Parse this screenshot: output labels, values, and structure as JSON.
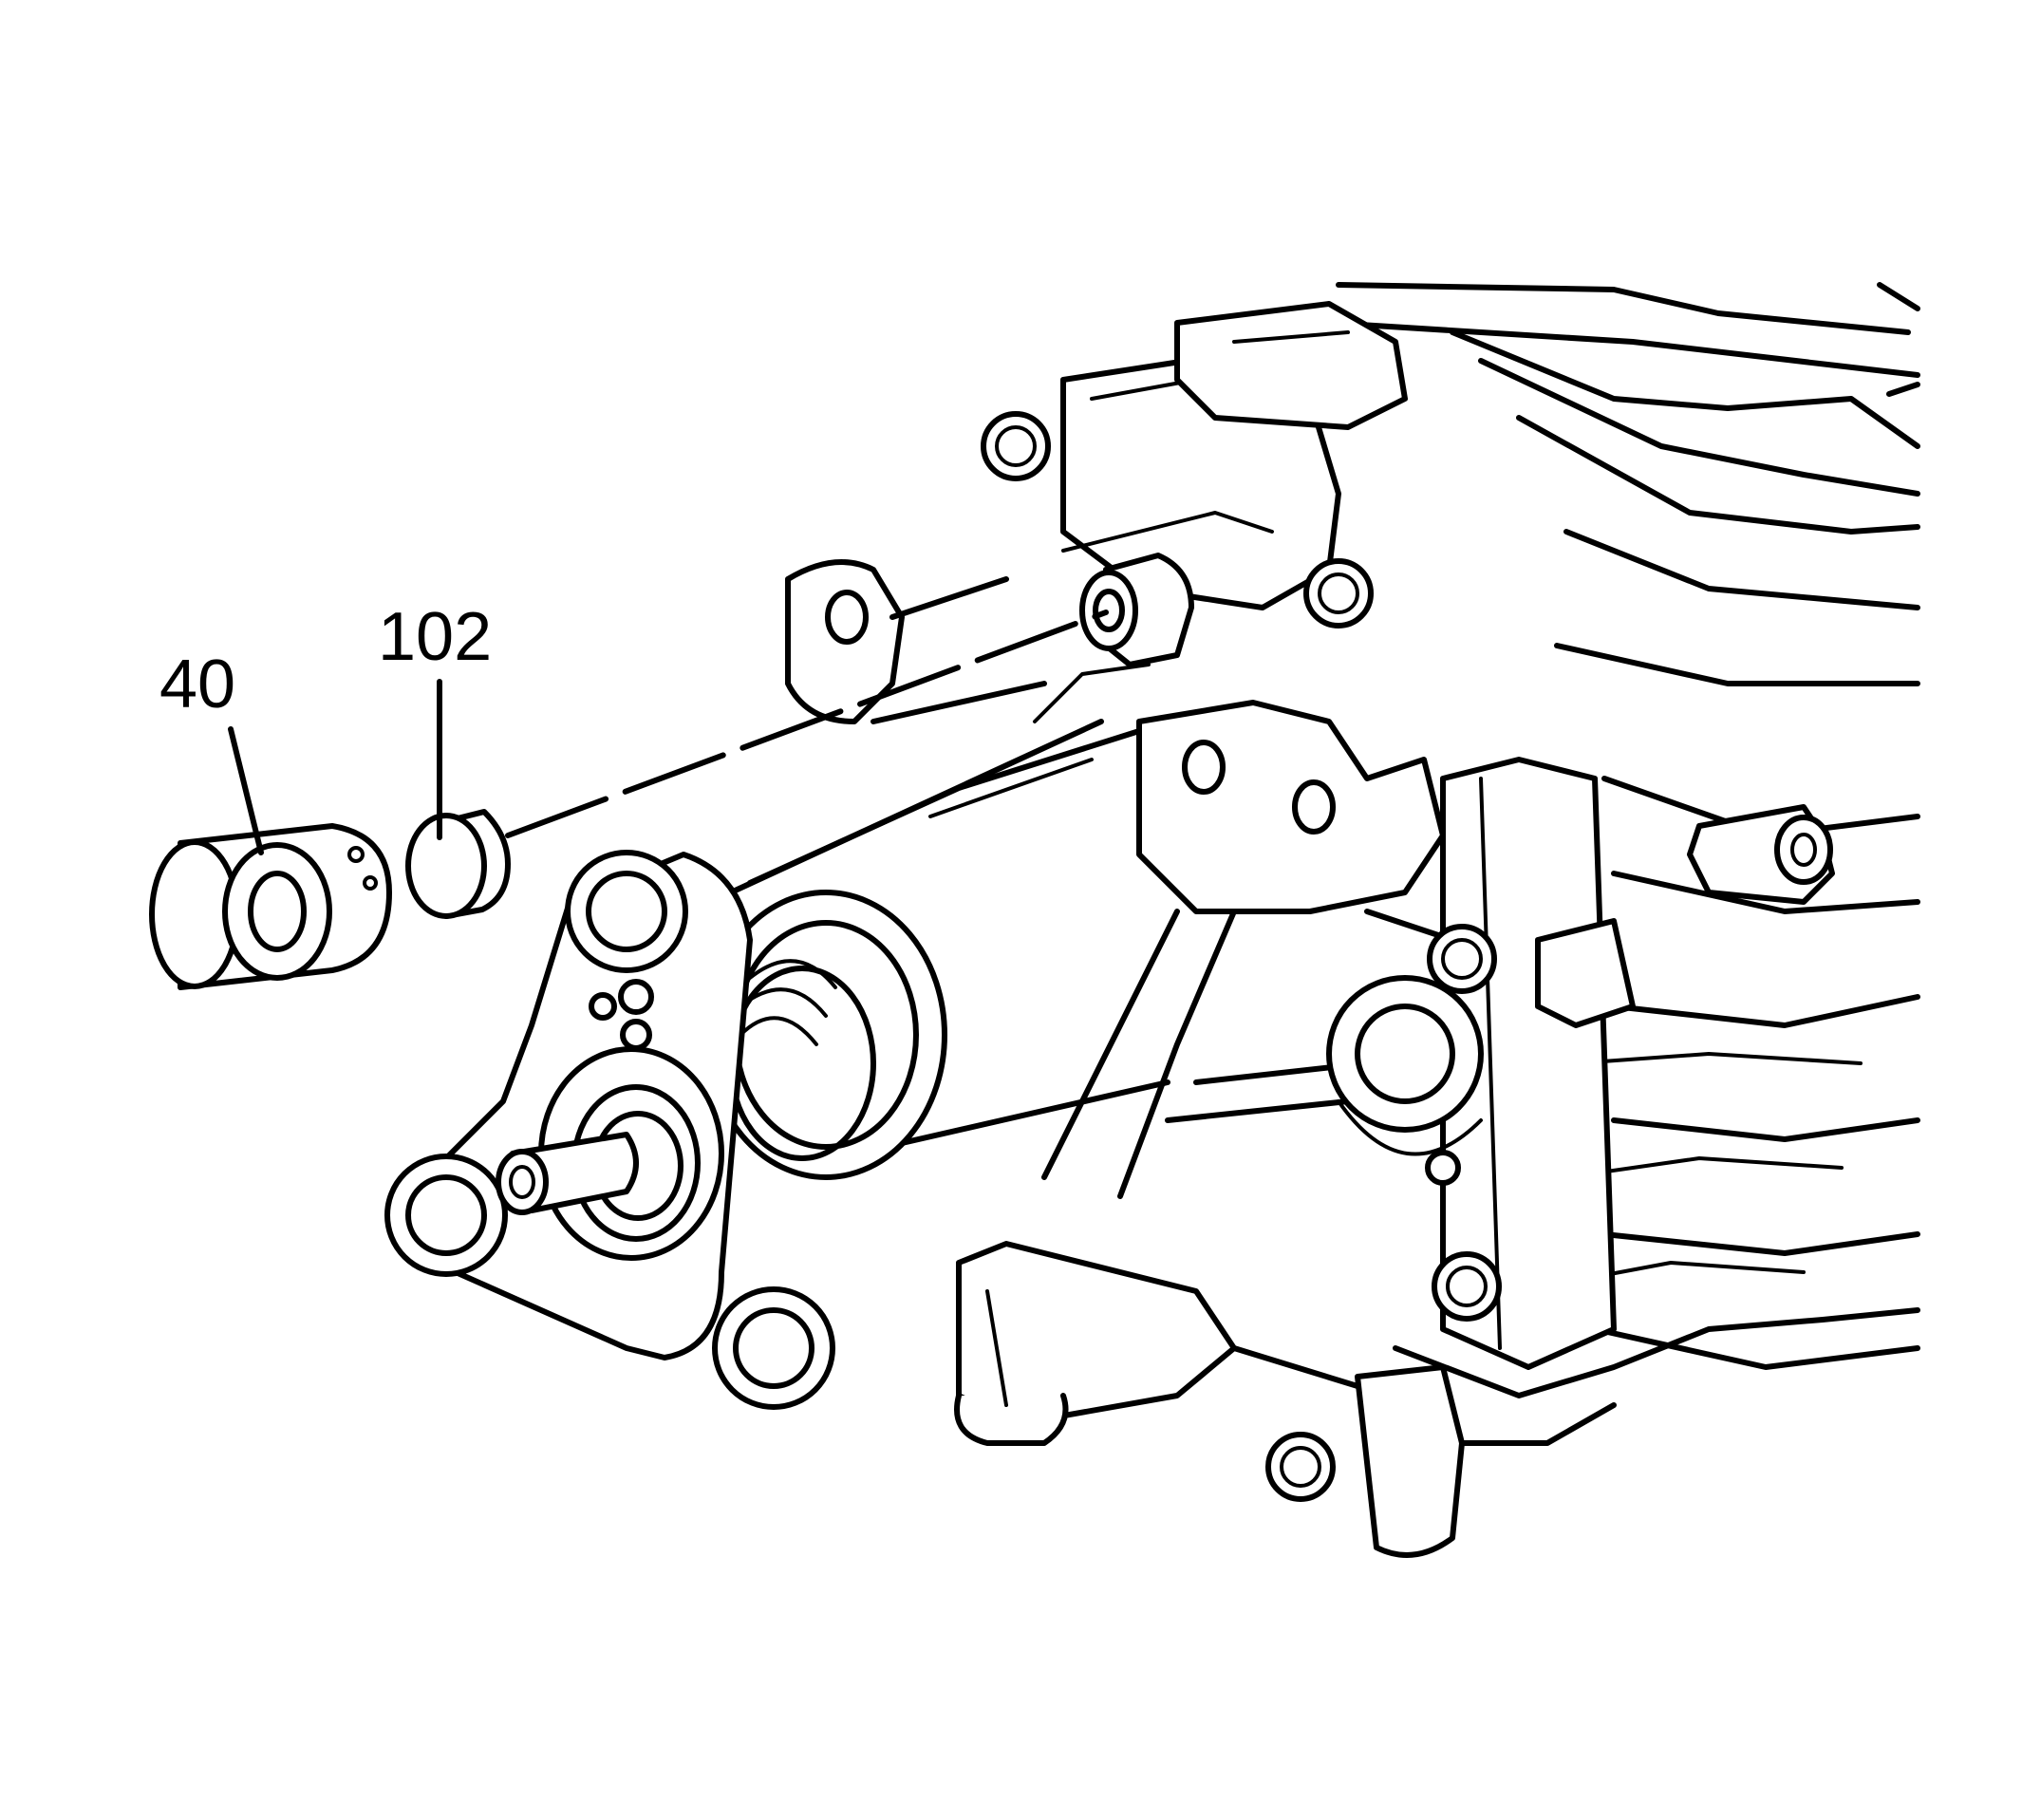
{
  "diagram": {
    "callouts": [
      {
        "id": "part-40",
        "label": "40"
      },
      {
        "id": "part-102",
        "label": "102"
      }
    ],
    "colors": {
      "line": "#000000",
      "background": "#ffffff"
    }
  }
}
